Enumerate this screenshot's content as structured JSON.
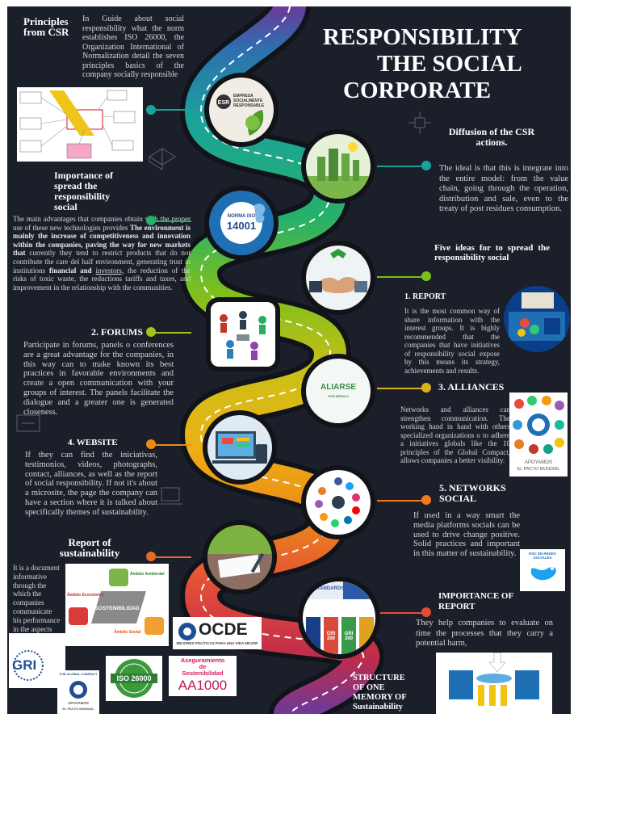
{
  "title": {
    "line1": "RESPONSIBILITY",
    "line2": "THE SOCIAL",
    "line3": "CORPORATE"
  },
  "principles": {
    "heading": "Principles from CSR",
    "body": "In Guide about social responsibility what the norm establishes ISO 26000, the Organization International of Normalization detail the seven principles basics of the company socially responsible"
  },
  "importance_spread": {
    "heading": "Importance of spread the responsibility social",
    "body1": "The main advantages that companies obtain with the proper use of these new technologies provides",
    "body_bold": "The environment is mainly the increase of competitiveness and innovation within the companies, paving the way for new markets that",
    "body2": "currently they tend to restrict products that do not contribute the care del half environment, generating trust in institutions",
    "body3_bold": "financial and",
    "body3_link": "investors,",
    "body4": "the reduction of the risks of toxic waste, the reductions tariffs and taxes, and improvement in the relationship with the communities."
  },
  "diffusion": {
    "heading": "Diffusion of the CSR actions.",
    "body": "The ideal is that this is integrate into the entire model: from the value chain, going through the operation, distribution and sale, even to the treaty of post residues consumption."
  },
  "five_ideas": {
    "heading": "Five ideas for to spread the responsibility social"
  },
  "report": {
    "heading": "1. REPORT",
    "body": "It is the most common way of share information with the interest groups. It is highly recommended that the companies that have initiatives of responsibility social expose by this means its strategy, achievements and results."
  },
  "forums": {
    "heading": "2. FORUMS",
    "body": "Participate in forums, panels o conferences are a great advantage for the companies, in this way can to make known its best practices in favorable environments and create a open communication with your groups of interest. The panels facilitate the dialogue and a greater one is generated closeness."
  },
  "alliances": {
    "heading": "3. ALLIANCES",
    "body": "Networks and alliances can strengthen communication. The working hand in hand with others specialized organizations o to adhere a initiatives globals like the 10 principles of the Global Compact, allows companies a better visibility."
  },
  "website": {
    "heading": "4. WEBSITE",
    "body": "If they can find the iniciativas, testimonios, videos, photographs, contact, alliances, as well as the report of social responsibility. If not it's about a microsite, the page the company can have a section where it is talked about specifically themes of sustainability."
  },
  "networks": {
    "heading": "5. NETWORKS SOCIAL",
    "body": "If used in a way smart the media platforms socials can be used to drive change positive. Solid practices and important in this matter of sustainability."
  },
  "sustainability_report": {
    "heading": "Report of sustainability",
    "body": "It is a document informative through the which the companies communicate his performance in the aspects"
  },
  "importance_report": {
    "heading": "IMPORTANCE OF REPORT",
    "body": "They help companies to evaluate on time the processes that they carry a potential harm,"
  },
  "structure": {
    "heading": "STRUCTURE OF ONE MEMORY OF Sustainability"
  },
  "logos": {
    "esr_line1": "EMPRESA",
    "esr_line2": "SOCIALMENTE",
    "esr_line3": "RESPONSABLE",
    "norma": "NORMA ISO",
    "norma_num": "14001",
    "aliarse": "ALIARSE",
    "aliarse_sub": "POR MÉXICO",
    "apoyamos1": "APOYAMOS",
    "pacto1": "EL PACTO MUNDIAL",
    "ocde": "OCDE",
    "ocde_sub": "MEJORES POLÍTICAS PARA UNA VIDA MEJOR",
    "iso": "ISO 26000",
    "aseg1": "Aseguramiento",
    "aseg2": "de",
    "aseg3": "Sostenibilidad",
    "aa": "AA1000",
    "gri": "GRI",
    "global_compact": "THE GLOBAL COMPACT",
    "apoyamos2": "APOYAMOS",
    "pacto2": "EL PACTO MUNDIAL",
    "rsc": "RSC EN REDES SOCIALES",
    "sostenibilidad": "SOSTENIBILIDAD",
    "ambito_ambiental": "Ámbito Ambiental",
    "ambito_economico": "Ámbito Económico",
    "ambito_social": "Ámbito Social",
    "standards": "STANDARDS",
    "gri200": "GRI 200",
    "gri300": "GRI 300"
  },
  "colors": {
    "background": "#1b1f29",
    "teal": "#1aa39a",
    "green": "#7bbf1e",
    "yellow": "#d8b41a",
    "orange": "#ec8a17",
    "red": "#e24d3a",
    "purple": "#6b3a9a"
  }
}
